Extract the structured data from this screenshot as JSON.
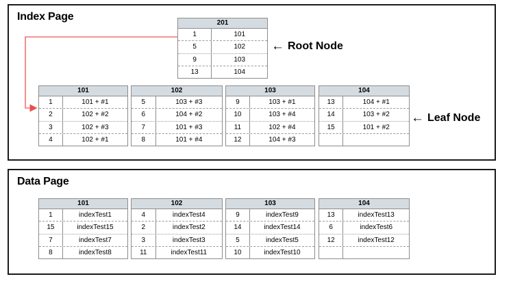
{
  "index_page": {
    "title": "Index Page",
    "root_node": {
      "header": "201",
      "rows": [
        {
          "key": "1",
          "value": "101"
        },
        {
          "key": "5",
          "value": "102"
        },
        {
          "key": "9",
          "value": "103"
        },
        {
          "key": "13",
          "value": "104"
        }
      ]
    },
    "root_callout": {
      "arrow": "←",
      "label": "Root Node"
    },
    "leaf_callout": {
      "arrow": "←",
      "label": "Leaf Node"
    },
    "leaf_nodes": [
      {
        "header": "101",
        "rows": [
          {
            "key": "1",
            "value": "101 + #1"
          },
          {
            "key": "2",
            "value": "102 + #2"
          },
          {
            "key": "3",
            "value": "102 + #3"
          },
          {
            "key": "4",
            "value": "102 + #1"
          }
        ]
      },
      {
        "header": "102",
        "rows": [
          {
            "key": "5",
            "value": "103 + #3"
          },
          {
            "key": "6",
            "value": "104 + #2"
          },
          {
            "key": "7",
            "value": "101 + #3"
          },
          {
            "key": "8",
            "value": "101 + #4"
          }
        ]
      },
      {
        "header": "103",
        "rows": [
          {
            "key": "9",
            "value": "103 + #1"
          },
          {
            "key": "10",
            "value": "103 + #4"
          },
          {
            "key": "11",
            "value": "102 + #4"
          },
          {
            "key": "12",
            "value": "104 + #3"
          }
        ]
      },
      {
        "header": "104",
        "rows": [
          {
            "key": "13",
            "value": "104 + #1"
          },
          {
            "key": "14",
            "value": "103 + #2"
          },
          {
            "key": "15",
            "value": "101 + #2"
          },
          {
            "key": "",
            "value": ""
          }
        ]
      }
    ]
  },
  "data_page": {
    "title": "Data Page",
    "data_nodes": [
      {
        "header": "101",
        "rows": [
          {
            "key": "1",
            "value": "indexTest1"
          },
          {
            "key": "15",
            "value": "indexTest15"
          },
          {
            "key": "7",
            "value": "indexTest7"
          },
          {
            "key": "8",
            "value": "indexTest8"
          }
        ]
      },
      {
        "header": "102",
        "rows": [
          {
            "key": "4",
            "value": "indexTest4"
          },
          {
            "key": "2",
            "value": "indexTest2"
          },
          {
            "key": "3",
            "value": "indexTest3"
          },
          {
            "key": "11",
            "value": "indexTest11"
          }
        ]
      },
      {
        "header": "103",
        "rows": [
          {
            "key": "9",
            "value": "indexTest9"
          },
          {
            "key": "14",
            "value": "indexTest14"
          },
          {
            "key": "5",
            "value": "indexTest5"
          },
          {
            "key": "10",
            "value": "indexTest10"
          }
        ]
      },
      {
        "header": "104",
        "rows": [
          {
            "key": "13",
            "value": "indexTest13"
          },
          {
            "key": "6",
            "value": "indexTest6"
          },
          {
            "key": "12",
            "value": "indexTest12"
          },
          {
            "key": "",
            "value": ""
          }
        ]
      }
    ]
  },
  "colors": {
    "header_fill": "#d5dce1",
    "connector": "#f0726f",
    "border": "#8c8c8c",
    "panel_border": "#1a1a1a"
  }
}
